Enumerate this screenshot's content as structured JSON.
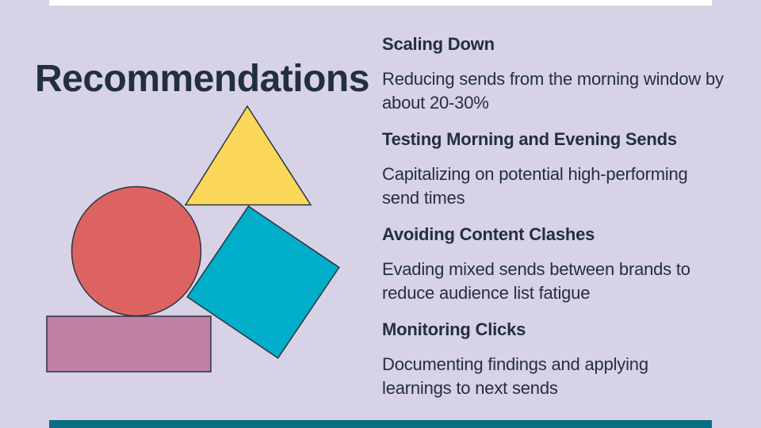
{
  "colors": {
    "background": "#d8d2e7",
    "ink": "#22303c",
    "top-bar": "#ffffff",
    "bottom-bar": "#096e82",
    "triangle": "#fbd75a",
    "circle": "#dd6363",
    "square": "#00aec9",
    "rectangle": "#c07fa4",
    "outline": "#2a3440"
  },
  "slide": {
    "title": "Recommendations",
    "sections": [
      {
        "heading": "Scaling Down",
        "body": "Reducing sends from the morning window by\nabout 20-30%"
      },
      {
        "heading": "Testing Morning and Evening Sends",
        "body": "Capitalizing on potential high-performing\nsend times"
      },
      {
        "heading": "Avoiding Content Clashes",
        "body": "Evading mixed sends between brands to\nreduce audience list fatigue"
      },
      {
        "heading": "Monitoring Clicks",
        "body": "Documenting findings and applying\nlearnings to next sends"
      }
    ]
  }
}
